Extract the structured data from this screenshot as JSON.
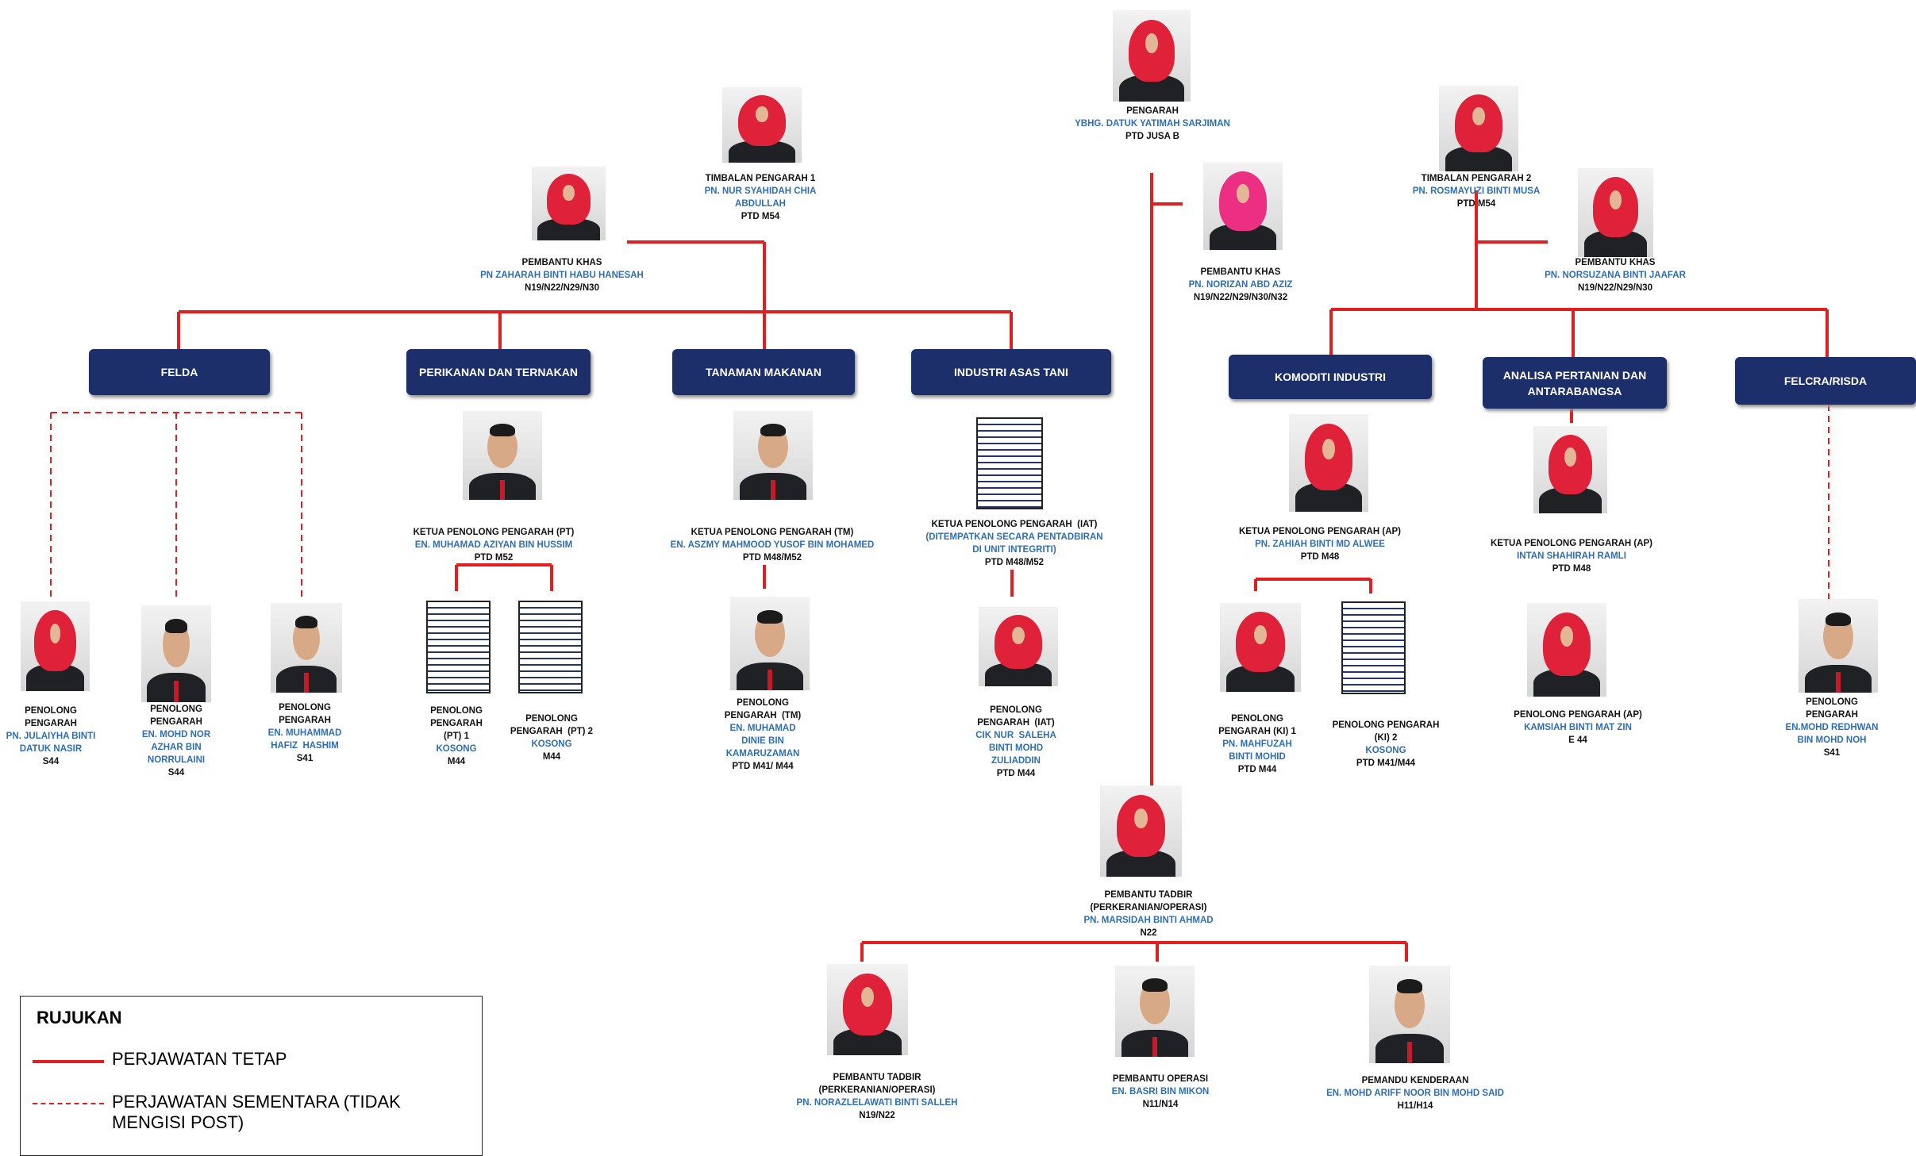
{
  "colors": {
    "line": "#e02020",
    "box": "#1c2f6b",
    "name": "#2e6fb3"
  },
  "boxes": [
    {
      "label": "FELDA"
    },
    {
      "label": "PERIKANAN DAN TERNAKAN"
    },
    {
      "label": "TANAMAN MAKANAN"
    },
    {
      "label": "INDUSTRI ASAS TANI"
    },
    {
      "label": "KOMODITI INDUSTRI"
    },
    {
      "label": "ANALISA PERTANIAN DAN ANTARABANGSA"
    },
    {
      "label": "FELCRA/RISDA"
    }
  ],
  "people": [
    {
      "id": "pengarah",
      "photo": "hijab",
      "role": "PENGARAH",
      "name": "YBHG. DATUK YATIMAH SARJIMAN",
      "grade": "PTD JUSA B"
    },
    {
      "id": "tp1",
      "photo": "hijab",
      "role": "TIMBALAN PENGARAH 1",
      "name": "PN. NUR SYAHIDAH CHIA ABDULLAH",
      "grade": "PTD M54"
    },
    {
      "id": "tp2",
      "photo": "hijab",
      "role": "TIMBALAN PENGARAH 2",
      "name": "PN. ROSMAYUZI BINTI MUSA",
      "grade": "PTD M54"
    },
    {
      "id": "pk1",
      "photo": "hijab",
      "role": "PEMBANTU KHAS",
      "name": "PN ZAHARAH BINTI HABU HANESAH",
      "grade": "N19/N22/N29/N30"
    },
    {
      "id": "pk2",
      "photo": "pink",
      "role": "PEMBANTU KHAS",
      "name": "PN. NORIZAN ABD AZIZ",
      "grade": "N19/N22/N29/N30/N32"
    },
    {
      "id": "pk3",
      "photo": "hijab",
      "role": "PEMBANTU KHAS",
      "name": "PN. NORSUZANA BINTI JAAFAR",
      "grade": "N19/N22/N29/N30"
    },
    {
      "id": "kpp-pt",
      "photo": "man",
      "role": "KETUA PENOLONG PENGARAH (PT)",
      "name": "EN. MUHAMAD AZIYAN BIN HUSSIM",
      "grade": "PTD M52"
    },
    {
      "id": "kpp-tm",
      "photo": "man",
      "role": "KETUA PENOLONG PENGARAH (TM)",
      "name": "EN. ASZMY MAHMOOD YUSOF BIN MOHAMED",
      "grade": "PTD M48/M52"
    },
    {
      "id": "kpp-iat",
      "photo": "vacant",
      "role": "KETUA PENOLONG PENGARAH (IAT)",
      "name": "(DITEMPATKAN SECARA PENTADBIRAN DI UNIT INTEGRITI)",
      "grade": "PTD M48/M52"
    },
    {
      "id": "kpp-ap1",
      "photo": "hijab",
      "role": "KETUA PENOLONG PENGARAH (AP)",
      "name": "PN. ZAHIAH BINTI MD ALWEE",
      "grade": "PTD M48"
    },
    {
      "id": "kpp-ap2",
      "photo": "hijab",
      "role": "KETUA PENOLONG PENGARAH (AP)",
      "name": "INTAN SHAHIRAH RAMLI",
      "grade": "PTD M48"
    },
    {
      "id": "pp-f1",
      "photo": "hijab",
      "role": "PENOLONG PENGARAH",
      "name": "PN. JULAIYHA BINTI DATUK NASIR",
      "grade": "S44"
    },
    {
      "id": "pp-f2",
      "photo": "man",
      "role": "PENOLONG PENGARAH",
      "name": "EN. MOHD NOR AZHAR BIN NORRULAINI",
      "grade": "S44"
    },
    {
      "id": "pp-f3",
      "photo": "man",
      "role": "PENOLONG PENGARAH",
      "name": "EN. MUHAMMAD HAFIZ HASHIM",
      "grade": "S41"
    },
    {
      "id": "pp-pt1",
      "photo": "vacant",
      "role": "PENOLONG PENGARAH (PT) 1",
      "name": "KOSONG",
      "grade": "M44"
    },
    {
      "id": "pp-pt2",
      "photo": "vacant",
      "role": "PENOLONG PENGARAH (PT) 2",
      "name": "KOSONG",
      "grade": "M44"
    },
    {
      "id": "pp-tm",
      "photo": "man",
      "role": "PENOLONG PENGARAH (TM)",
      "name": "EN. MUHAMAD DINIE BIN KAMARUZAMAN",
      "grade": "PTD M41/ M44"
    },
    {
      "id": "pp-iat",
      "photo": "hijab",
      "role": "PENOLONG PENGARAH (IAT)",
      "name": "CIK NUR SALEHA BINTI MOHD ZULIADDIN",
      "grade": "PTD M44"
    },
    {
      "id": "pp-ki1",
      "photo": "hijab",
      "role": "PENOLONG PENGARAH (KI) 1",
      "name": "PN. MAHFUZAH BINTI MOHID",
      "grade": "PTD M44"
    },
    {
      "id": "pp-ki2",
      "photo": "vacant",
      "role": "PENOLONG PENGARAH (KI) 2",
      "name": "KOSONG",
      "grade": "PTD M41/M44"
    },
    {
      "id": "pp-ap",
      "photo": "hijab",
      "role": "PENOLONG PENGARAH (AP)",
      "name": "KAMSIAH BINTI MAT ZIN",
      "grade": "E 44"
    },
    {
      "id": "pp-fr",
      "photo": "man",
      "role": "PENOLONG PENGARAH",
      "name": "EN.MOHD REDHWAN BIN MOHD NOH",
      "grade": "S41"
    },
    {
      "id": "pt-main",
      "photo": "hijab",
      "role": "PEMBANTU TADBIR (PERKERANIAN/OPERASI)",
      "name": "PN. MARSIDAH BINTI AHMAD",
      "grade": "N22"
    },
    {
      "id": "pt2",
      "photo": "hijab",
      "role": "PEMBANTU TADBIR (PERKERANIAN/OPERASI)",
      "name": "PN. NORAZLELAWATI BINTI SALLEH",
      "grade": "N19/N22"
    },
    {
      "id": "po",
      "photo": "man",
      "role": "PEMBANTU OPERASI",
      "name": "EN. BASRI BIN MIKON",
      "grade": "N11/N14"
    },
    {
      "id": "pk-kend",
      "photo": "man",
      "role": "PEMANDU KENDERAAN",
      "name": "EN. MOHD ARIFF NOOR BIN MOHD SAID",
      "grade": "H11/H14"
    }
  ],
  "legend": {
    "title": "RUJUKAN",
    "solid": "PERJAWATAN TETAP",
    "dashed": "PERJAWATAN SEMENTARA (TIDAK MENGISI POST)"
  }
}
